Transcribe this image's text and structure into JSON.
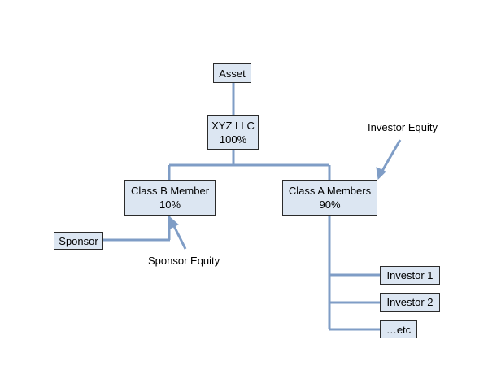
{
  "nodes": {
    "asset": {
      "label": "Asset"
    },
    "xyz_llc": {
      "label": "XYZ LLC",
      "value": "100%"
    },
    "class_b": {
      "label": "Class B Member",
      "value": "10%"
    },
    "class_a": {
      "label": "Class A Members",
      "value": "90%"
    },
    "sponsor": {
      "label": "Sponsor"
    },
    "investor_1": {
      "label": "Investor 1"
    },
    "investor_2": {
      "label": "Investor 2"
    },
    "etc": {
      "label": "…etc"
    }
  },
  "annotations": {
    "investor_equity": "Investor Equity",
    "sponsor_equity": "Sponsor Equity"
  },
  "colors": {
    "node_fill": "#dce6f2",
    "node_border": "#2b2b2b",
    "connector": "#7f9dc6"
  }
}
